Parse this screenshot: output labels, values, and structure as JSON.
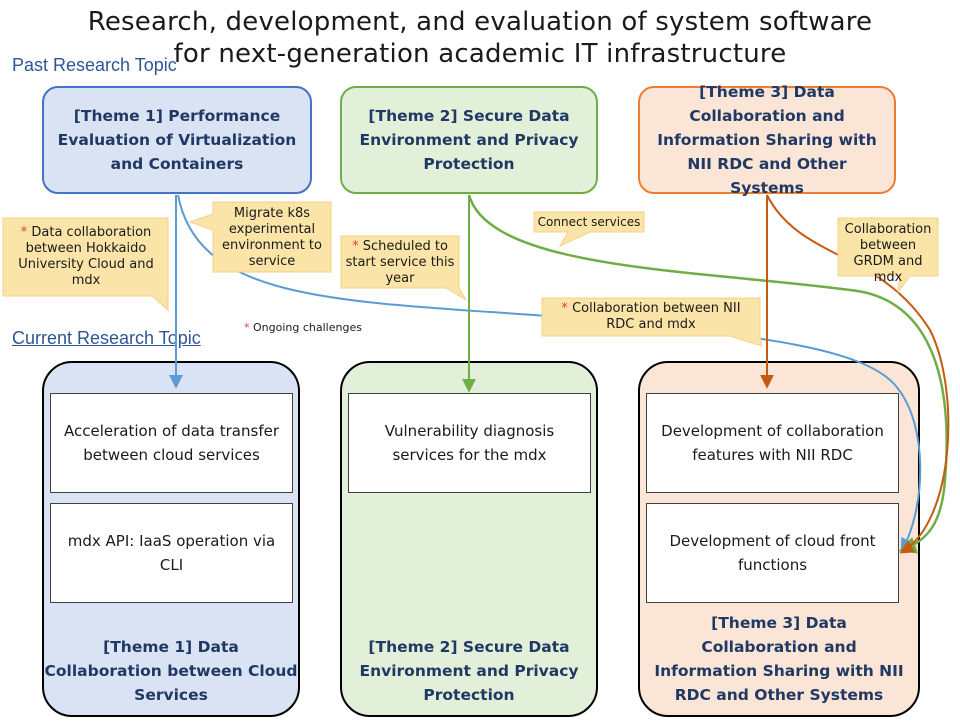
{
  "title": {
    "line1": "Research, development, and evaluation of system software",
    "line2": "for next-generation academic IT infrastructure"
  },
  "labels": {
    "past": "Past Research Topic",
    "current": "Current Research Topic",
    "ongoing_star": "*",
    "ongoing": "Ongoing challenges"
  },
  "past_topics": {
    "theme1": "[Theme 1] Performance Evaluation of Virtualization and Containers",
    "theme2": "[Theme 2] Secure Data Environment and Privacy Protection",
    "theme3": "[Theme 3] Data Collaboration and Information Sharing with NII RDC and Other Systems"
  },
  "callouts": {
    "hokkaido_star": "*",
    "hokkaido": "Data collaboration between Hokkaido University Cloud and mdx",
    "k8s": "Migrate k8s experimental environment to service",
    "scheduled_star": "*",
    "scheduled": "Scheduled to start service this year",
    "connect": "Connect services",
    "nii_star": "*",
    "nii": "Collaboration between NII RDC and mdx",
    "grdm": "Collaboration between GRDM and mdx"
  },
  "current_topics": {
    "theme1": {
      "items": [
        "Acceleration of data transfer between cloud services",
        "mdx API: IaaS operation via CLI"
      ],
      "label": "[Theme 1] Data Collaboration between Cloud Services"
    },
    "theme2": {
      "items": [
        "Vulnerability diagnosis services for the mdx"
      ],
      "label": "[Theme 2] Secure Data Environment and Privacy Protection"
    },
    "theme3": {
      "items": [
        "Development of collaboration features with NII RDC",
        "Development of cloud front functions"
      ],
      "label": "[Theme 3] Data Collaboration and Information Sharing with NII RDC and Other Systems"
    }
  },
  "colors": {
    "theme1_fill": "#dae3f3",
    "theme1_border": "#4472c4",
    "theme2_fill": "#e2f0d9",
    "theme2_border": "#70ad47",
    "theme3_fill": "#fbe5d6",
    "theme3_border": "#ed7d31",
    "callout_fill": "#fbe4a8",
    "star": "#e03c31"
  }
}
